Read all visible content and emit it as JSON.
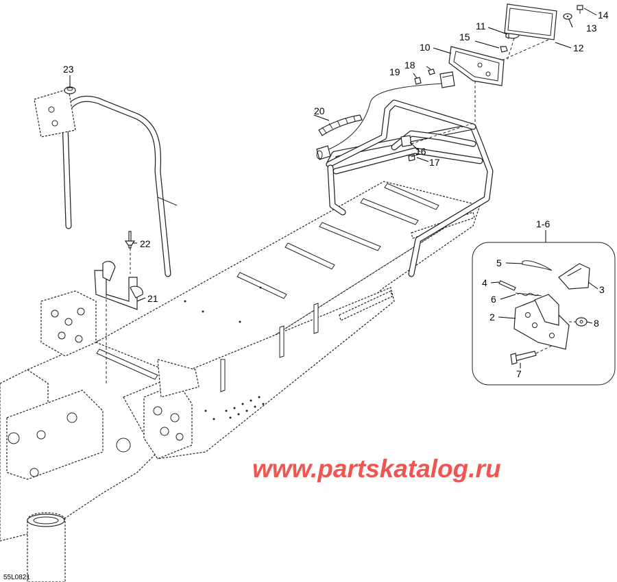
{
  "callouts": {
    "c1": "1-6",
    "c2": "2",
    "c3": "3",
    "c4": "4",
    "c5": "5",
    "c6": "6",
    "c7": "7",
    "c8": "8",
    "c10": "10",
    "c11": "11",
    "c12": "12",
    "c13": "13",
    "c14": "14",
    "c15": "15",
    "c16": "16",
    "c17": "17",
    "c18": "18",
    "c19": "19",
    "c20": "20",
    "c21": "21",
    "c22": "22",
    "c23": "23"
  },
  "watermark": "www.partskatalog.ru",
  "figure_ref": "55L0821",
  "colors": {
    "watermark": "#f0554f",
    "line": "#222222",
    "background": "#ffffff"
  }
}
